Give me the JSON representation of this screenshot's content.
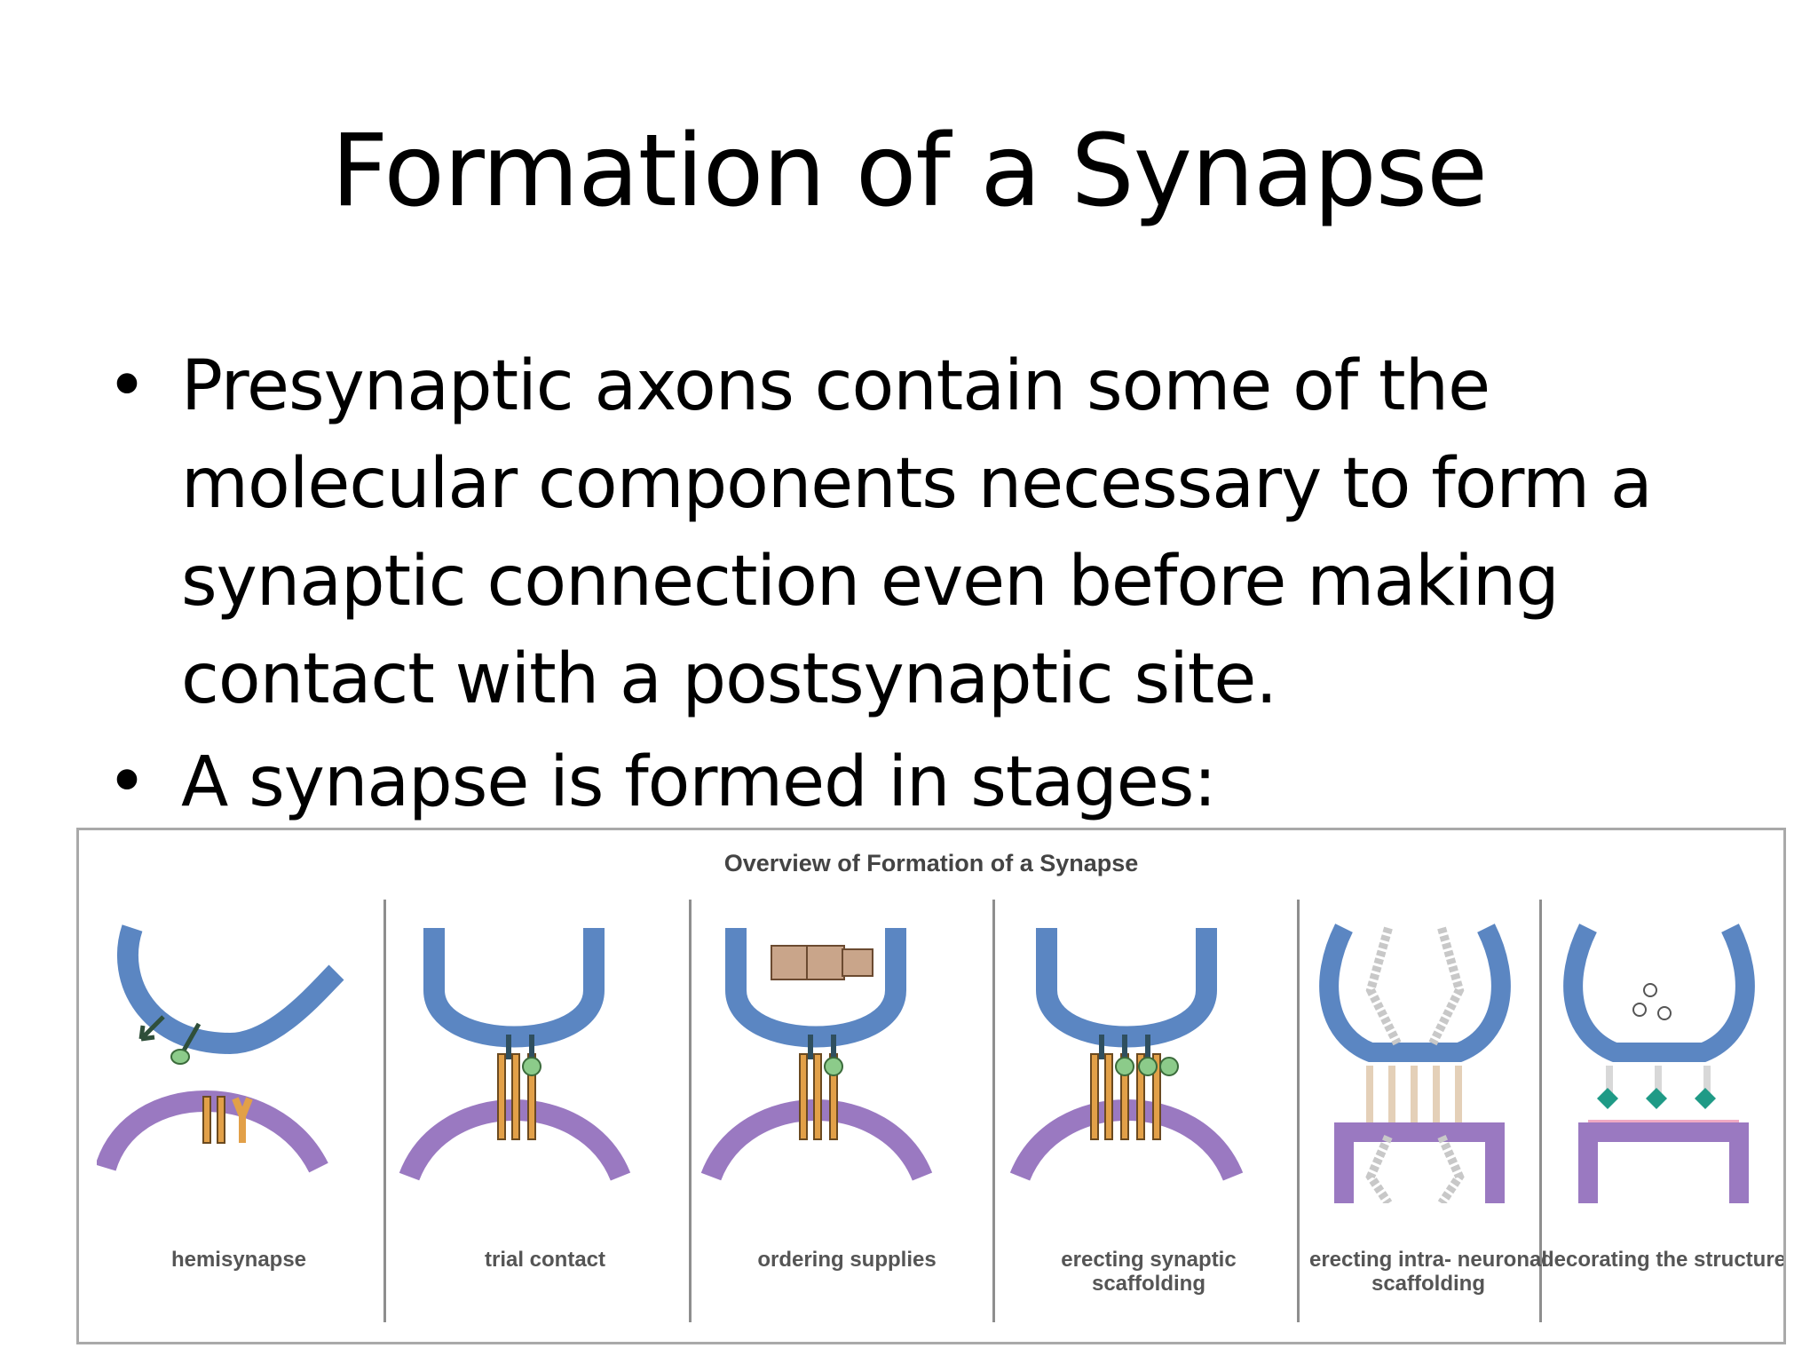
{
  "slide": {
    "title": "Formation of a Synapse",
    "bullets": [
      "Presynaptic axons contain some of the molecular components necessary to form a synaptic connection even before making contact with a postsynaptic site.",
      "A synapse is formed in stages:"
    ]
  },
  "figure": {
    "title": "Overview of Formation of a Synapse",
    "stages": [
      {
        "label": "hemisynapse"
      },
      {
        "label": "trial contact"
      },
      {
        "label": "ordering supplies"
      },
      {
        "label": "erecting synaptic scaffolding"
      },
      {
        "label": "erecting intra- neuronal scaffolding"
      },
      {
        "label": "decorating the structure"
      }
    ],
    "colors": {
      "presynaptic": "#5b86c2",
      "postsynaptic": "#9a79c1",
      "receptor": "#e2a048",
      "ligand": "#8ccb8a",
      "scaffold": "#c8c8c8",
      "supply_box": "#c9a58a",
      "vesicle_protein": "#1f9a86"
    }
  }
}
